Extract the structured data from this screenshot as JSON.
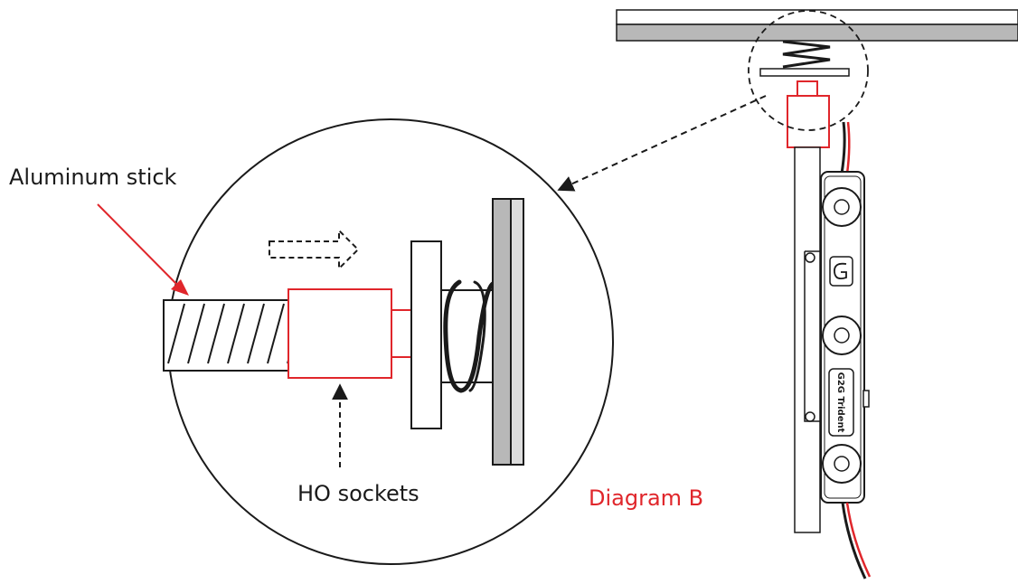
{
  "labels": {
    "aluminum_stick": "Aluminum stick",
    "ho_sockets": "HO sockets",
    "diagram_title": "Diagram B",
    "device_brand": "G2G Trident"
  },
  "colors": {
    "red": "#e0262b",
    "black": "#1a1a1a",
    "gray_plate": "#b8b8b8",
    "light_plate": "#dcdcdc"
  },
  "icons": {
    "device_logo": "g-logo-icon"
  }
}
